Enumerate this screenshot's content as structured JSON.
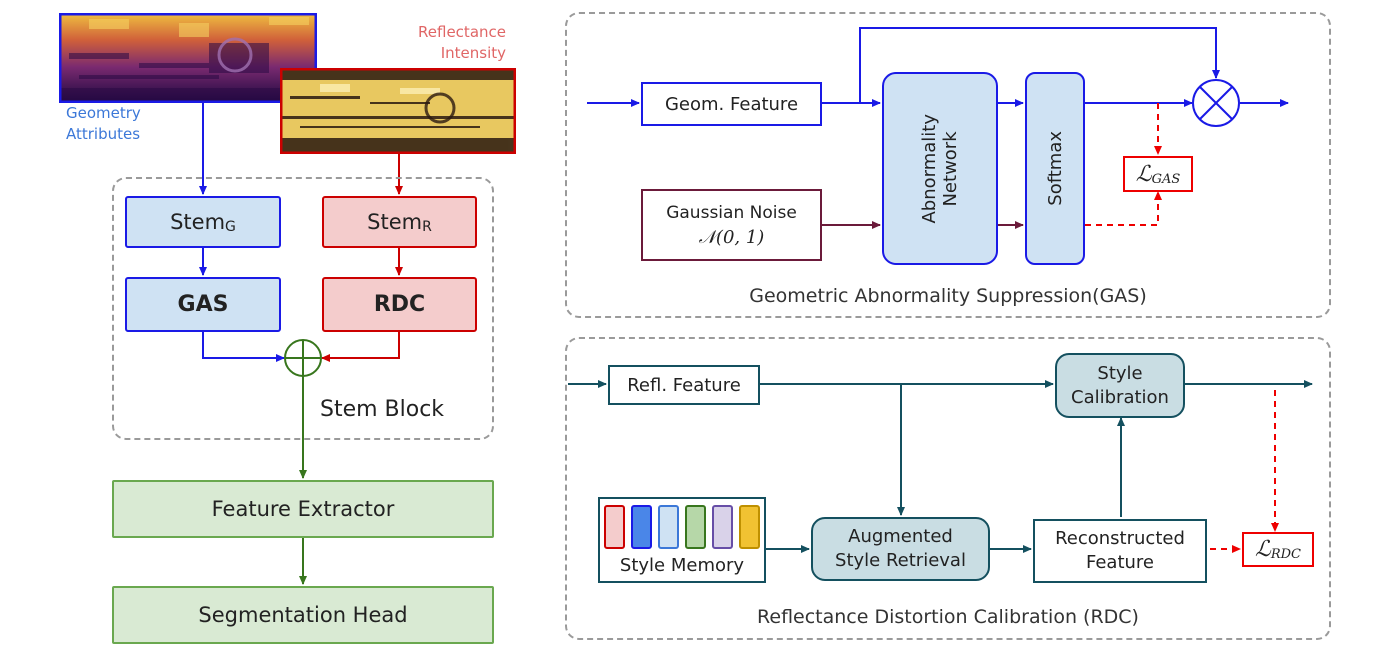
{
  "left": {
    "geometry_label": "Geometry\nAttributes",
    "reflectance_label": "Reflectance\nIntensity",
    "stem_g": "Stem",
    "stem_g_sub": "G",
    "stem_r": "Stem",
    "stem_r_sub": "R",
    "gas": "GAS",
    "rdc": "RDC",
    "stem_block": "Stem Block",
    "feature_extractor": "Feature Extractor",
    "segmentation_head": "Segmentation Head"
  },
  "gas_panel": {
    "geom_feature": "Geom. Feature",
    "noise_line1": "Gaussian Noise",
    "noise_line2": "𝒩(0, 1)",
    "abnormality_network": "Abnormality\nNetwork",
    "softmax": "Softmax",
    "loss_main": "ℒ",
    "loss_sub": "GAS",
    "title": "Geometric Abnormality Suppression(GAS)"
  },
  "rdc_panel": {
    "refl_feature": "Refl. Feature",
    "style_calibration": "Style\nCalibration",
    "style_memory": "Style Memory",
    "augmented_retrieval": "Augmented\nStyle Retrieval",
    "reconstructed": "Reconstructed\nFeature",
    "loss_main": "ℒ",
    "loss_sub": "RDC",
    "title": "Reflectance Distortion Calibration (RDC)"
  },
  "colors": {
    "blue": "#1a1ae6",
    "red": "#cc0000",
    "green": "#38761d",
    "teal": "#14505f",
    "purple": "#6b1a3a",
    "loss_red": "#ee0000",
    "memory": [
      "#f4cccc",
      "#4a86e8",
      "#cfe2f3",
      "#b6d7a8",
      "#d9d2e9",
      "#f1c232"
    ]
  }
}
